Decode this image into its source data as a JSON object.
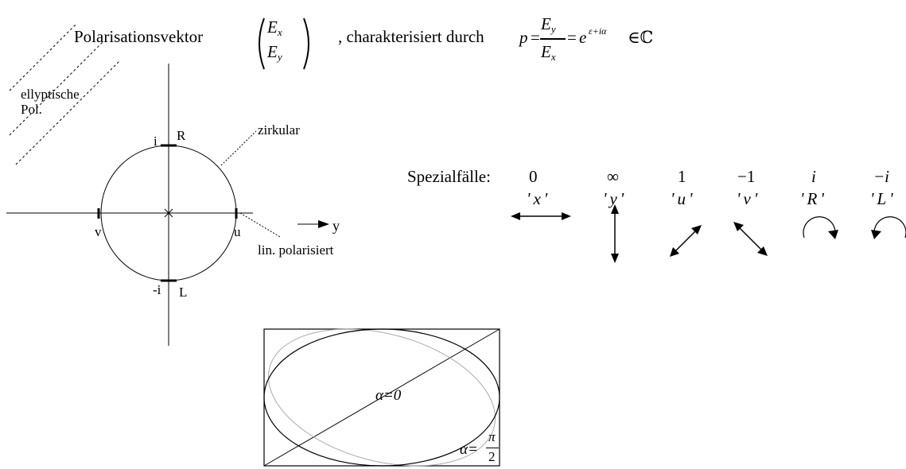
{
  "header": {
    "label": "Polarisationsvektor",
    "vector": [
      "E_x",
      "E_y"
    ],
    "characterized_by": ", charakterisiert durch",
    "p_symbol": "p",
    "frac_num": "E_y",
    "frac_den": "E_x",
    "e_base": "e",
    "exponent": "ε+iα",
    "element_of": "∈ℂ"
  },
  "left_diagram": {
    "elliptic_label_line1": "ellyptische",
    "elliptic_label_line2": "Pol.",
    "circle_label": "zirkular",
    "linear_label": "lin. polarisiert",
    "axis_label": "y",
    "points": {
      "top_left": "i",
      "top_right": "R",
      "bottom_left": "-i",
      "bottom_right": "L",
      "left": "v",
      "right": "u"
    }
  },
  "special_cases": {
    "title": "Spezialfälle:",
    "cases": [
      {
        "value": "0",
        "name": "'x'",
        "symbol": "horizontal-arrow"
      },
      {
        "value": "∞",
        "name": "'y'",
        "symbol": "vertical-arrow"
      },
      {
        "value": "1",
        "name": "'u'",
        "symbol": "diagonal-up-arrow"
      },
      {
        "value": "−1",
        "name": "'v'",
        "symbol": "diagonal-down-arrow"
      },
      {
        "value": "i",
        "name": "'R'",
        "symbol": "clockwise-arc-arrow"
      },
      {
        "value": "−i",
        "name": "'L'",
        "symbol": "counterclockwise-arc-arrow"
      }
    ]
  },
  "bottom_diagram": {
    "label_alpha0": "α=0",
    "label_alpha_pi_prefix": "α=",
    "label_alpha_pi_num": "π",
    "label_alpha_pi_den": "2",
    "ellipse_color": "#000000",
    "rotated_ellipse_color": "#aaaaaa"
  }
}
